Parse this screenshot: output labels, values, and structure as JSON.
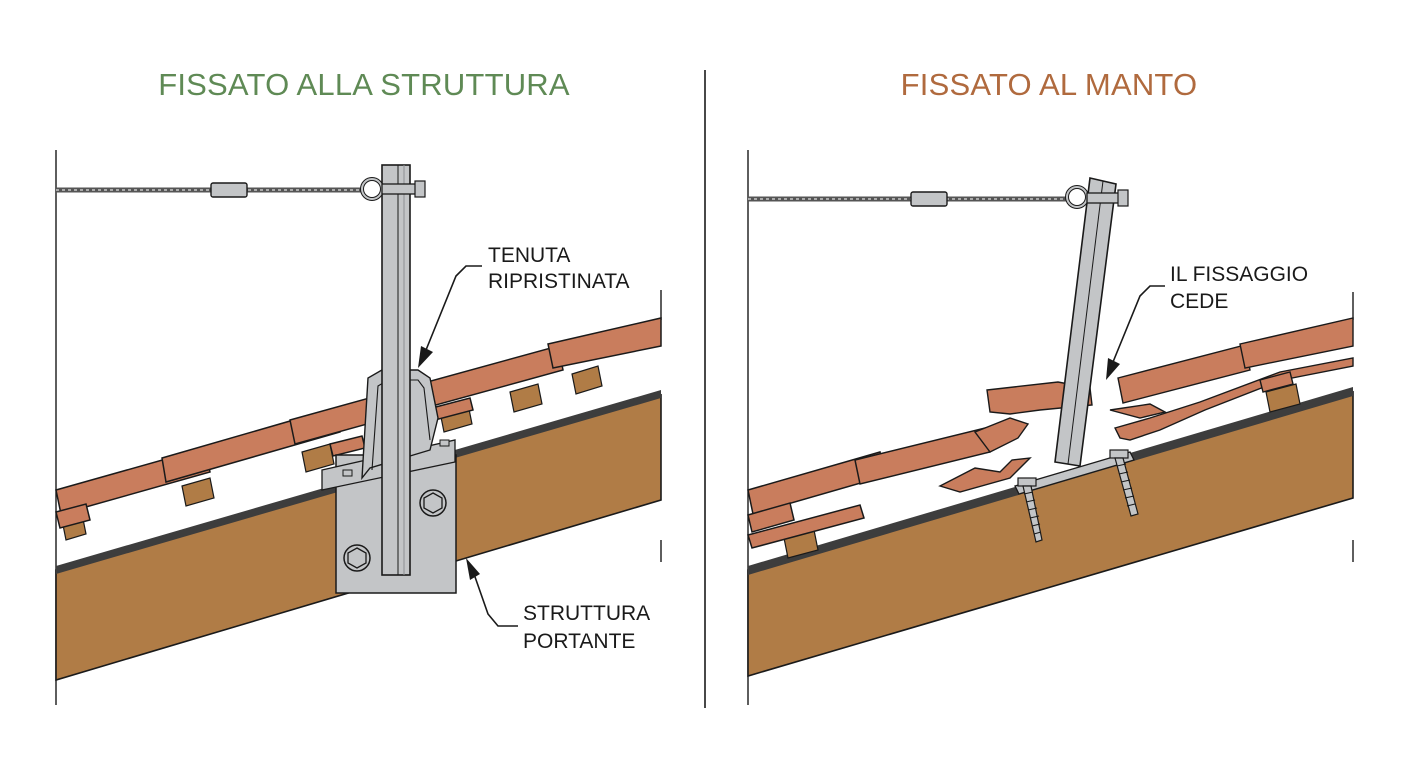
{
  "left_panel": {
    "title": "FISSATO ALLA STRUTTURA",
    "title_color": "#5f8a55",
    "callout_top": [
      "TENUTA",
      "RIPRISTINATA"
    ],
    "callout_bottom": [
      "STRUTTURA",
      "PORTANTE"
    ]
  },
  "right_panel": {
    "title": "FISSATO AL MANTO",
    "title_color": "#b06a3e",
    "callout_top": [
      "IL FISSAGGIO",
      "CEDE"
    ]
  },
  "colors": {
    "tile": "#c97d5d",
    "wood": "#b07c46",
    "membrane": "#3d3d3d",
    "steel": "#c3c5c7",
    "line": "#1a1a1a"
  },
  "icons": [
    "steel-post",
    "wire-rope",
    "turnbuckle",
    "eye-hook",
    "hex-bolt",
    "lag-screw",
    "anchor-plate",
    "flashing"
  ]
}
